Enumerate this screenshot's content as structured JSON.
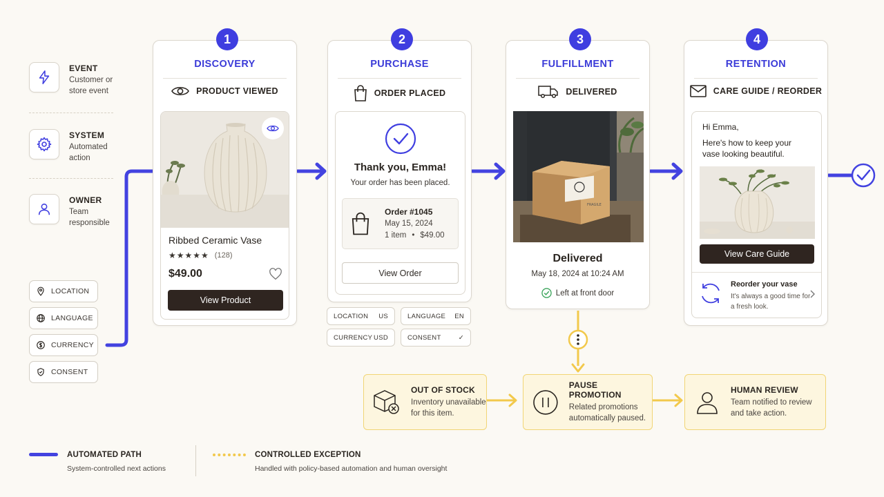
{
  "legend": {
    "items": [
      {
        "title": "EVENT",
        "desc1": "Customer or",
        "desc2": "store event",
        "icon": "lightning-icon"
      },
      {
        "title": "SYSTEM",
        "desc1": "Automated",
        "desc2": "action",
        "icon": "gear-icon"
      },
      {
        "title": "OWNER",
        "desc1": "Team",
        "desc2": "responsible",
        "icon": "person-icon"
      }
    ],
    "chips": [
      "LOCATION",
      "LANGUAGE",
      "CURRENCY",
      "CONSENT"
    ]
  },
  "stages": {
    "discovery": {
      "number": "1",
      "title": "DISCOVERY",
      "event": "PRODUCT VIEWED",
      "product_name": "Ribbed Ceramic Vase",
      "stars": "★★★★★",
      "reviews": "(128)",
      "price": "$49.00",
      "button": "View Product"
    },
    "purchase": {
      "number": "2",
      "title": "PURCHASE",
      "event": "ORDER PLACED",
      "thank_you": "Thank you, Emma!",
      "subtitle": "Your order has been placed.",
      "order_id": "Order #1045",
      "order_date": "May 15, 2024",
      "order_items": "1 item",
      "order_sep": "•",
      "order_total": "$49.00",
      "button": "View Order",
      "chips": [
        {
          "label": "LOCATION",
          "value": "US"
        },
        {
          "label": "LANGUAGE",
          "value": "EN"
        },
        {
          "label": "CURRENCY",
          "value": "USD"
        },
        {
          "label": "CONSENT",
          "value": "✓"
        }
      ]
    },
    "fulfillment": {
      "number": "3",
      "title": "FULFILLMENT",
      "event": "DELIVERED",
      "status": "Delivered",
      "date": "May 18, 2024 at 10:24 AM",
      "note": "Left at front door",
      "label_text": "FRAGILE"
    },
    "retention": {
      "number": "4",
      "title": "RETENTION",
      "event": "CARE GUIDE / REORDER",
      "greeting": "Hi Emma,",
      "message": "Here's how to keep your vase looking beautiful.",
      "button": "View Care Guide",
      "reorder_title": "Reorder your vase",
      "reorder_desc": "It's always a good time for a fresh look."
    }
  },
  "exceptions": [
    {
      "title": "OUT OF STOCK",
      "desc1": "Inventory unavailable",
      "desc2": "for this item.",
      "icon": "box-x-icon"
    },
    {
      "title": "PAUSE PROMOTION",
      "desc1": "Related promotions",
      "desc2": "automatically paused.",
      "icon": "pause-icon"
    },
    {
      "title": "HUMAN REVIEW",
      "desc1": "Team notified to review",
      "desc2": "and take action.",
      "icon": "person-icon"
    }
  ],
  "bottom_legend": {
    "automated_title": "AUTOMATED PATH",
    "automated_desc": "System-controlled next actions",
    "exception_title": "CONTROLLED EXCEPTION",
    "exception_desc": "Handled with policy-based automation and human oversight"
  },
  "colors": {
    "accent": "#3f3ee0",
    "exception": "#f2c94c",
    "dark": "#2f2520"
  }
}
